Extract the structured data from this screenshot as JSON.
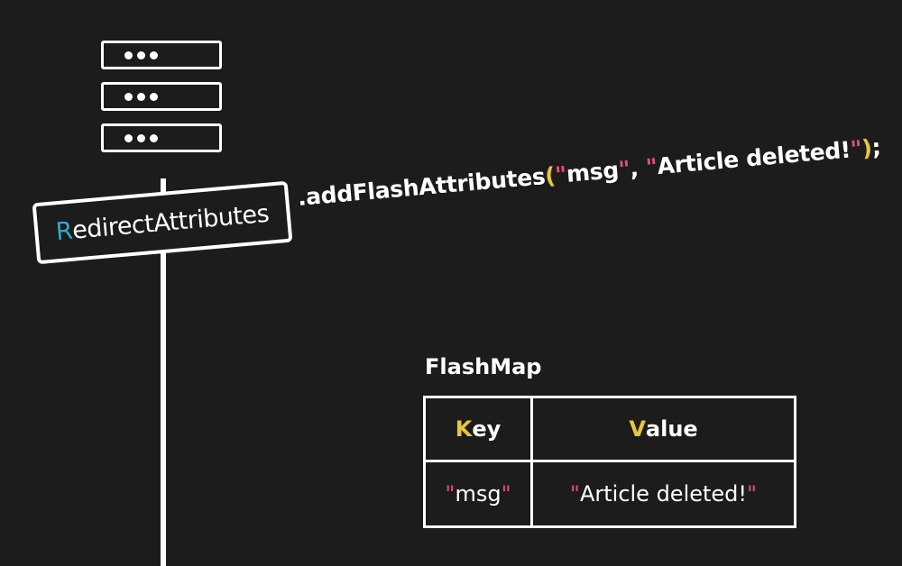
{
  "server": {
    "icon": "server-stack-icon",
    "units": 3
  },
  "redirect_box": {
    "first_letter": "R",
    "rest": "edirectAttributes"
  },
  "call": {
    "method": ".addFlashAttributes",
    "open_paren": "(",
    "arg1": "msg",
    "comma": ", ",
    "arg2": "Article deleted!",
    "close_paren": ")",
    "semicolon": ";"
  },
  "flashmap": {
    "title": "FlashMap",
    "headers": {
      "key_first": "K",
      "key_rest": "ey",
      "value_first": "V",
      "value_rest": "alue"
    },
    "row": {
      "key": "msg",
      "value": "Article deleted!"
    }
  },
  "colors": {
    "background": "#1c1c1c",
    "accent_blue": "#35a8c8",
    "accent_yellow": "#e8c63a",
    "accent_pink": "#e0506a"
  }
}
